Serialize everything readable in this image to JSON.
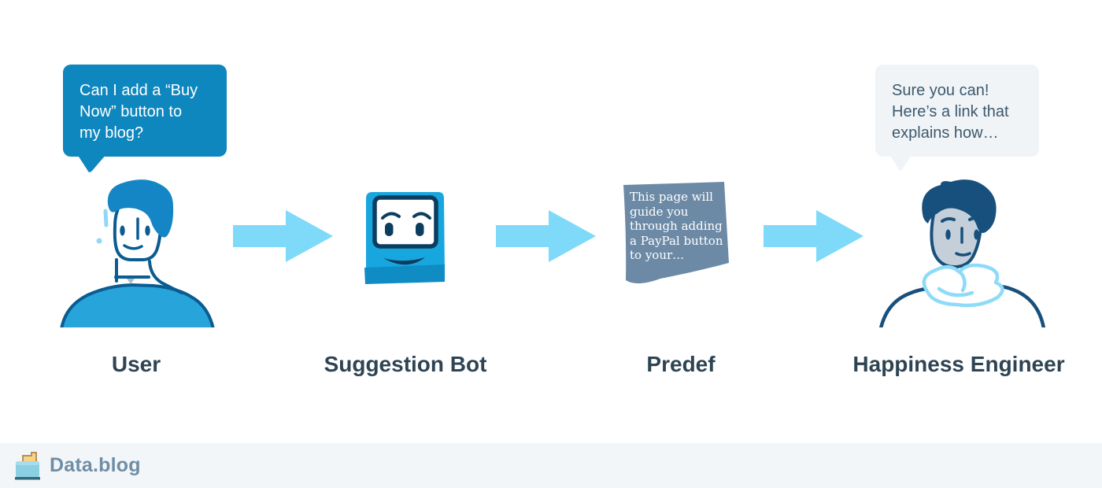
{
  "colors": {
    "user_bubble_bg": "#0E86BE",
    "user_bubble_text": "#FFFFFF",
    "engineer_bubble_bg": "#F0F4F7",
    "engineer_bubble_text": "#3D596D",
    "arrow": "#7EDAF8",
    "note_bg": "#6C8AA6",
    "note_text": "#FFFFFF",
    "label_text": "#2E4453",
    "footer_bg": "#F3F6F8",
    "footer_text": "#6E8EA7"
  },
  "user_bubble": {
    "text": "Can I add a “Buy Now” button to my blog?"
  },
  "engineer_bubble": {
    "text": "Sure you can! Here’s a link that explains how…"
  },
  "note": {
    "text": "This page will guide you through adding a PayPal button to your…"
  },
  "labels": {
    "user": "User",
    "suggestion_bot": "Suggestion Bot",
    "predef": "Predef",
    "happiness_engineer": "Happiness Engineer"
  },
  "footer": {
    "brand": "Data.blog"
  },
  "icons": {
    "user": "user-character-icon",
    "suggestion_bot": "robot-monitor-icon",
    "predef": "note-page-icon",
    "happiness_engineer": "engineer-character-icon",
    "arrow": "right-arrow-icon",
    "footer": "toaster-icon"
  }
}
